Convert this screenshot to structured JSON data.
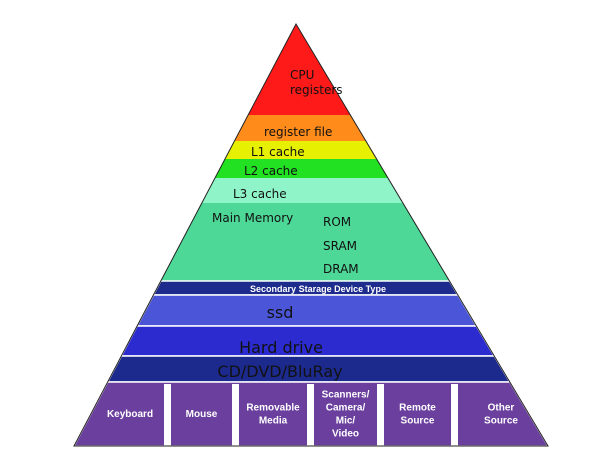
{
  "pyramid": {
    "levels": [
      {
        "key": "cpu",
        "lines": [
          "CPU",
          "registers"
        ],
        "color": "#ff1a1a"
      },
      {
        "key": "regfile",
        "lines": [
          "register file"
        ],
        "color": "#ff8c1a"
      },
      {
        "key": "l1",
        "lines": [
          "L1 cache"
        ],
        "color": "#e6f000"
      },
      {
        "key": "l2",
        "lines": [
          "L2 cache"
        ],
        "color": "#22e022"
      },
      {
        "key": "l3",
        "lines": [
          "L3 cache"
        ],
        "color": "#8ff5c8"
      },
      {
        "key": "main",
        "lines": [
          "Main Memory"
        ],
        "color": "#4ed898"
      },
      {
        "key": "secondary",
        "lines": [
          "Secondary Starage Device Type"
        ],
        "color": "#1d2c8c"
      },
      {
        "key": "ssd",
        "lines": [
          "ssd"
        ],
        "color": "#4a55d8"
      },
      {
        "key": "hdd",
        "lines": [
          "Hard drive"
        ],
        "color": "#2b2bd0"
      },
      {
        "key": "optical",
        "lines": [
          "CD/DVD/BluRay"
        ],
        "color": "#1c2a8e"
      },
      {
        "key": "io",
        "lines": [],
        "color": "#6b3f9e"
      }
    ],
    "main_memory_items": [
      "ROM",
      "SRAM",
      "DRAM"
    ],
    "io_sources": [
      {
        "lines": [
          "Keyboard"
        ]
      },
      {
        "lines": [
          "Mouse"
        ]
      },
      {
        "lines": [
          "Removable",
          "Media"
        ]
      },
      {
        "lines": [
          "Scanners/",
          "Camera/",
          "Mic/",
          "Video"
        ]
      },
      {
        "lines": [
          "Remote",
          "Source"
        ]
      },
      {
        "lines": [
          "Other",
          "Source"
        ]
      }
    ]
  }
}
